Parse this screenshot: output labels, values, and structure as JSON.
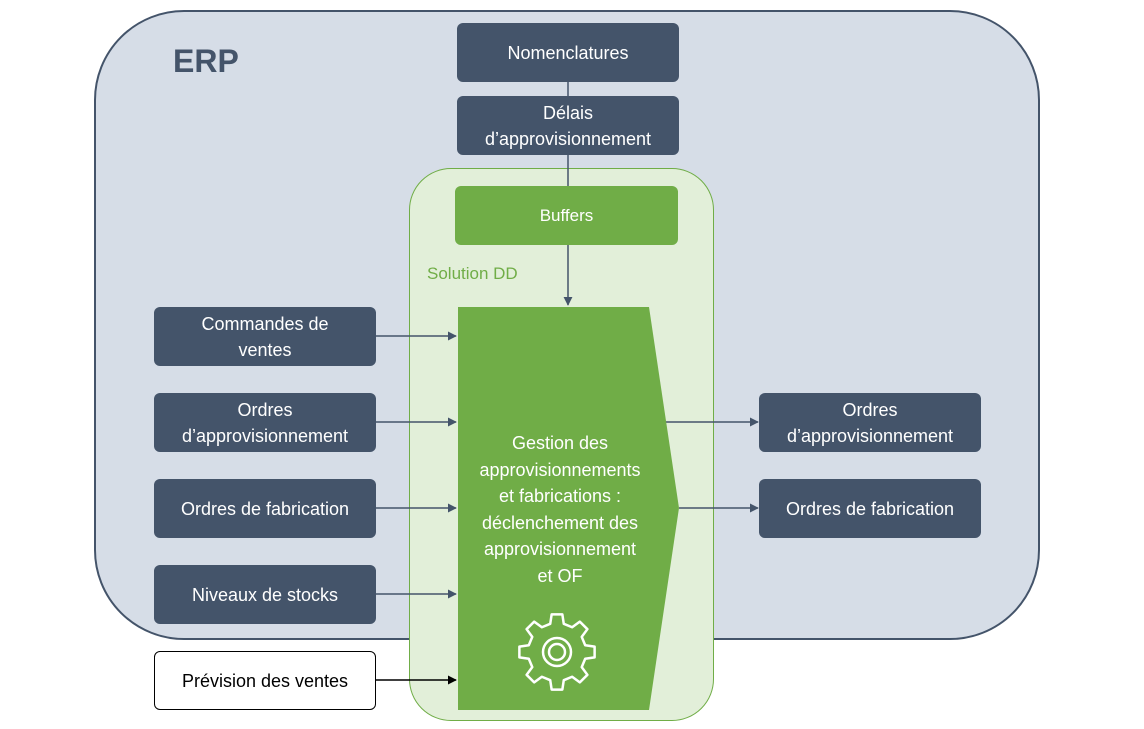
{
  "erp_label": "ERP",
  "solution_label": "Solution DD",
  "top": {
    "nomenclatures": "Nomenclatures",
    "delais_line1": "Délais",
    "delais_line2": "d’approvisionnement",
    "buffers": "Buffers"
  },
  "inputs": [
    {
      "line1": "Commandes de",
      "line2": "ventes"
    },
    {
      "line1": "Ordres",
      "line2": "d’approvisionnement"
    },
    {
      "line1": "Ordres de fabrication",
      "line2": ""
    },
    {
      "line1": "Niveaux de stocks",
      "line2": ""
    }
  ],
  "external_input": "Prévision des ventes",
  "center": {
    "lines": [
      "Gestion des",
      "approvisionnements",
      "et fabrications :",
      "déclenchement des",
      "approvisionnement",
      "et OF"
    ]
  },
  "outputs": [
    {
      "line1": "Ordres",
      "line2": "d’approvisionnement"
    },
    {
      "line1": "Ordres de fabrication",
      "line2": ""
    }
  ],
  "colors": {
    "dark_box": "#44546a",
    "green_box": "#70ad47",
    "erp_background": "#d6dde7",
    "solution_background": "#e2efd9"
  },
  "icon": "gear-icon"
}
